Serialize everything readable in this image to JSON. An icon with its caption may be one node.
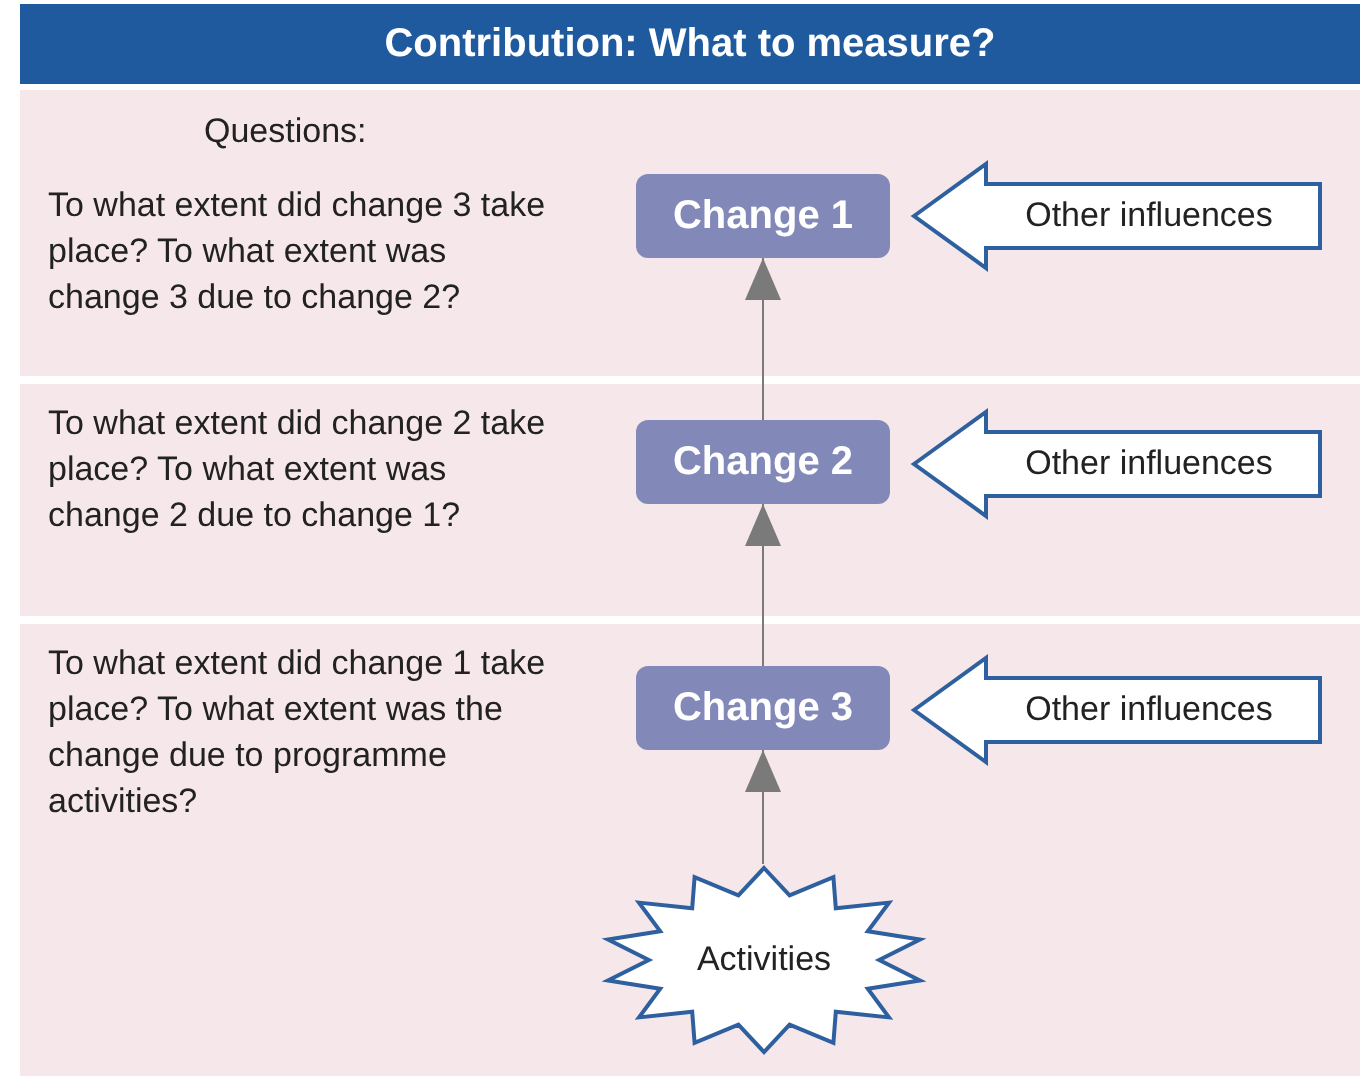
{
  "diagram": {
    "title": "Contribution: What to measure?",
    "nodes": [
      {
        "text": [
          "Questions:",
          "To what extent did change 3 take place? To what extent was change 3 due to change 2?"
        ]
      },
      {
        "text": [
          "Change 1"
        ],
        "in": 0
      },
      {
        "text": [
          "Other influences"
        ],
        "in": 0
      },
      {
        "text": [
          "To what extent did change 2 take place? To what extent was change 2 due to change 1?"
        ]
      },
      {
        "text": [
          "Change 2"
        ],
        "in": 3
      },
      {
        "text": [
          "Other influences"
        ],
        "in": 3
      },
      {
        "text": [
          "To what extent did change 1 take place? To what extent was the change due to programme activities?"
        ]
      },
      {
        "text": [
          "Change 3"
        ],
        "in": 6
      },
      {
        "text": [
          "Other influences"
        ],
        "in": 6
      },
      {
        "text": [
          "Activities"
        ],
        "in": 6
      }
    ],
    "edges": [
      {
        "from": 9,
        "to": 7,
        "arrow": "to"
      },
      {
        "from": 7,
        "to": 4,
        "arrow": "to"
      },
      {
        "from": 4,
        "to": 1,
        "arrow": "to"
      }
    ]
  }
}
